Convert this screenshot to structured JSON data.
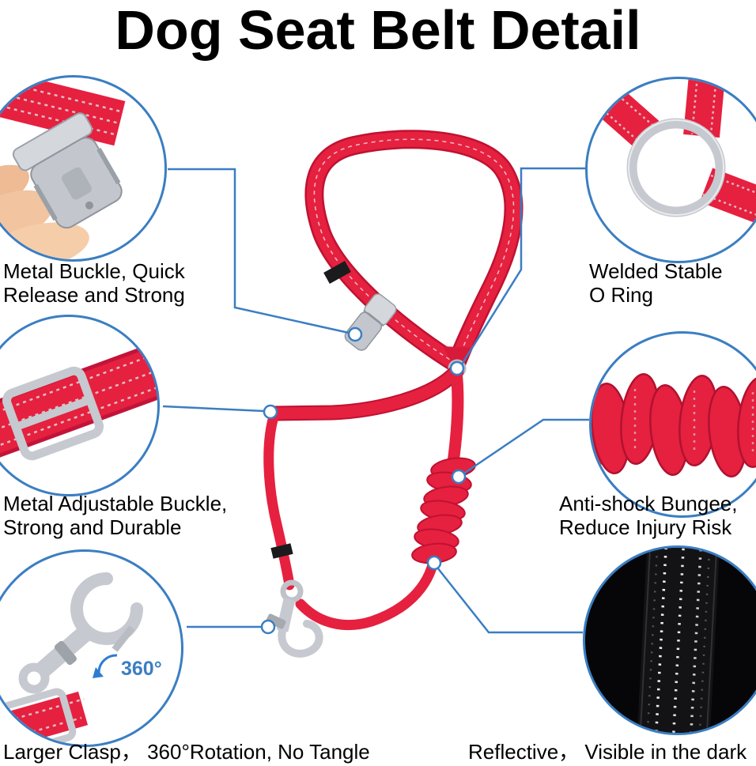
{
  "title": "Dog Seat Belt Detail",
  "callouts": {
    "buckle": {
      "line1": "Metal Buckle, Quick",
      "line2": "Release and Strong"
    },
    "oring": {
      "line1": "Welded Stable",
      "line2": "O Ring"
    },
    "adjuster": {
      "line1": "Metal Adjustable Buckle,",
      "line2": "Strong and Durable"
    },
    "bungee": {
      "line1": "Anti-shock Bungee,",
      "line2": "Reduce Injury Risk"
    },
    "clasp": {
      "text": "Larger Clasp， 360°Rotation, No Tangle"
    },
    "reflective": {
      "text": "Reflective， Visible in the dark"
    }
  },
  "badges": {
    "rotation": "360°"
  },
  "colors": {
    "accent_blue": "#3b7ec2",
    "strap_red": "#e6203f",
    "strap_red_dark": "#bf1232",
    "metal_silver": "#c6c9cf",
    "reflective_black": "#060608",
    "title_black": "#000000"
  }
}
